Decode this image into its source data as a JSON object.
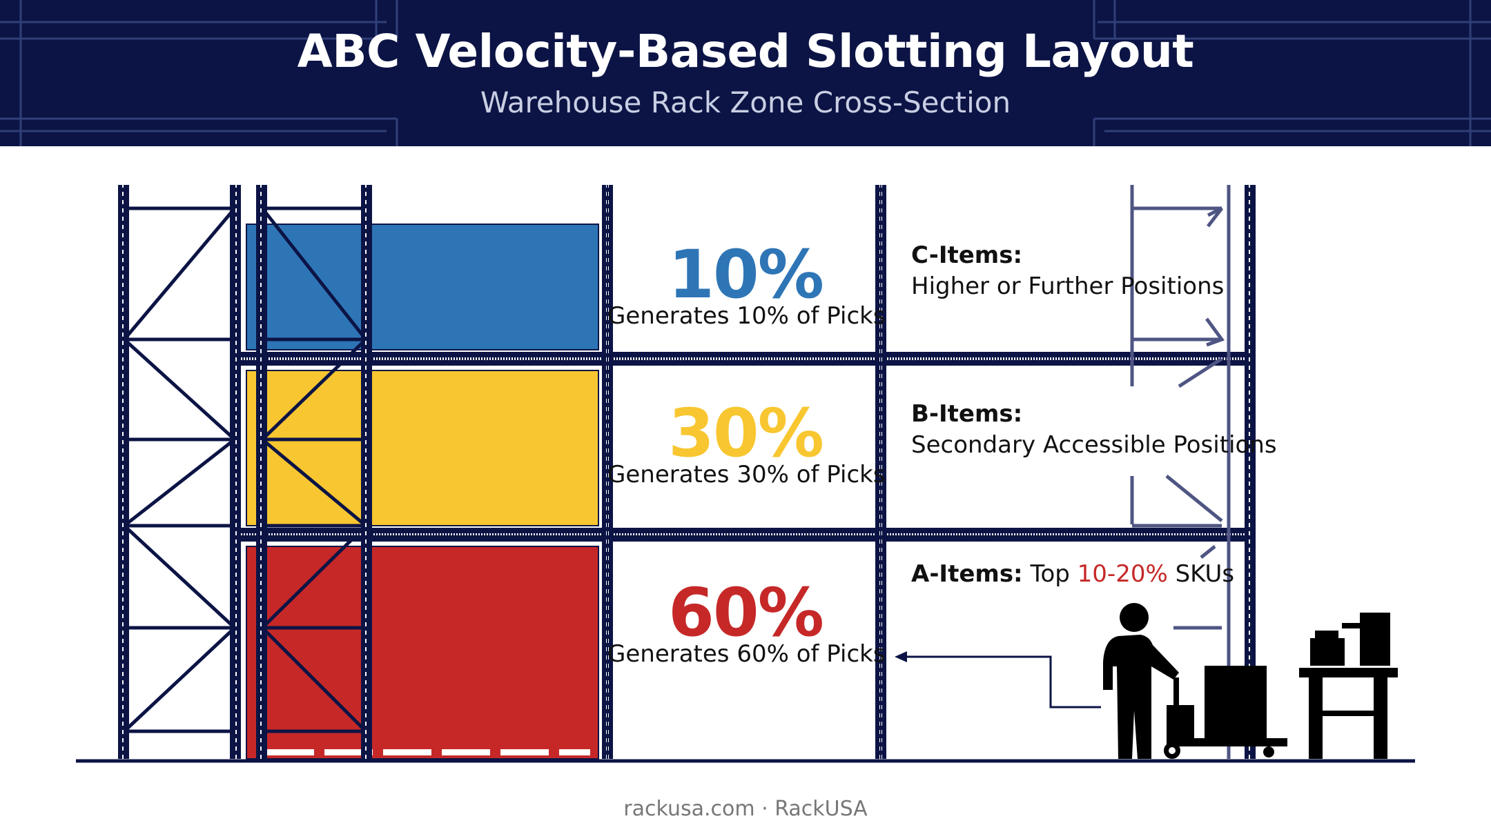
{
  "header": {
    "title": "ABC Velocity-Based Slotting Layout",
    "subtitle": "Warehouse Rack Zone Cross-Section"
  },
  "zones": [
    {
      "id": "c",
      "percent": "10%",
      "description": "Generates 10% of Picks",
      "label": "C-Items:",
      "position": "Higher or Further Positions",
      "color": "#2e75b6",
      "share": 0.1
    },
    {
      "id": "b",
      "percent": "30%",
      "description": "Generates 30% of Picks",
      "label": "B-Items:",
      "position": "Secondary Accessible Positions",
      "color": "#f8c630",
      "share": 0.3
    },
    {
      "id": "a",
      "percent": "60%",
      "description": "Generates 60% of Picks",
      "color": "#c62828",
      "share": 0.6
    }
  ],
  "a_items": {
    "label": "A-Items:",
    "prefix": "Top",
    "range": "10-20%",
    "suffix": "SKUs"
  },
  "icons": [
    "warehouse-worker-icon",
    "pallet-jack-icon",
    "packing-table-icon"
  ],
  "colors": {
    "rack": "#0c1445",
    "header_bg": "#0c1445"
  },
  "footer": {
    "text": "rackusa.com · RackUSA"
  }
}
